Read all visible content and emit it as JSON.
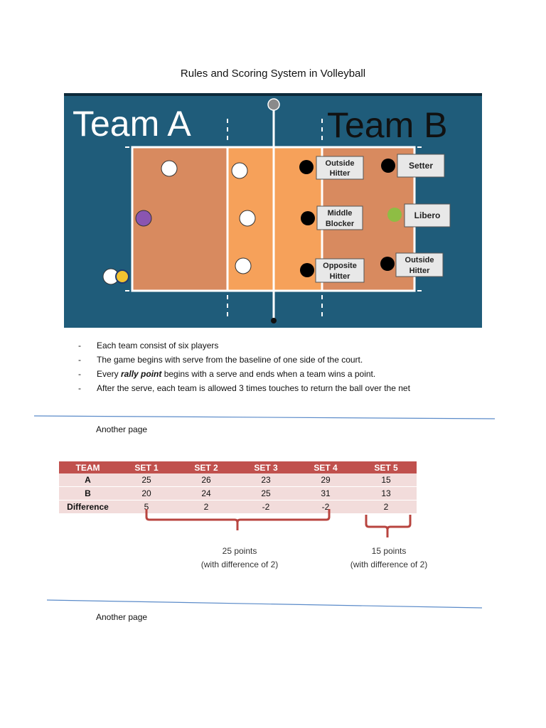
{
  "doc_title": "Rules and Scoring System in Volleyball",
  "court": {
    "team_a": "Team A",
    "team_b": "Team B",
    "positions": {
      "outside_hitter_top": [
        "Outside",
        "Hitter"
      ],
      "setter": "Setter",
      "middle_blocker": [
        "Middle",
        "Blocker"
      ],
      "libero": "Libero",
      "opposite_hitter": [
        "Opposite",
        "Hitter"
      ],
      "outside_hitter_bottom": [
        "Outside",
        "Hitter"
      ]
    },
    "colors": {
      "background": "#1f5c7a",
      "court_back": "#d88a5f",
      "court_front": "#f6a15a",
      "libero_a": "#8a55b0",
      "libero_b": "#8ebd44"
    }
  },
  "bullets": [
    {
      "dash": "-",
      "text": "Each team consist of six players"
    },
    {
      "dash": "-",
      "text": "The game begins with serve from the baseline of one side of the court."
    },
    {
      "dash": "-",
      "pre": "Every ",
      "em": "rally point",
      "post": " begins with a serve and ends when a team wins a point."
    },
    {
      "dash": "-",
      "text": "After the serve, each team is allowed 3 times touches to return the ball over the net"
    }
  ],
  "another_page_1": "Another page",
  "another_page_2": "Another page",
  "table": {
    "headers": [
      "TEAM",
      "SET 1",
      "SET 2",
      "SET 3",
      "SET 4",
      "SET 5"
    ],
    "rows": [
      [
        "A",
        "25",
        "26",
        "23",
        "29",
        "15"
      ],
      [
        "B",
        "20",
        "24",
        "25",
        "31",
        "13"
      ],
      [
        "Difference",
        "5",
        "2",
        "-2",
        "-2",
        "2"
      ]
    ]
  },
  "notes": {
    "left": [
      "25 points",
      "(with difference of 2)"
    ],
    "right": [
      "15 points",
      "(with difference of 2)"
    ]
  }
}
